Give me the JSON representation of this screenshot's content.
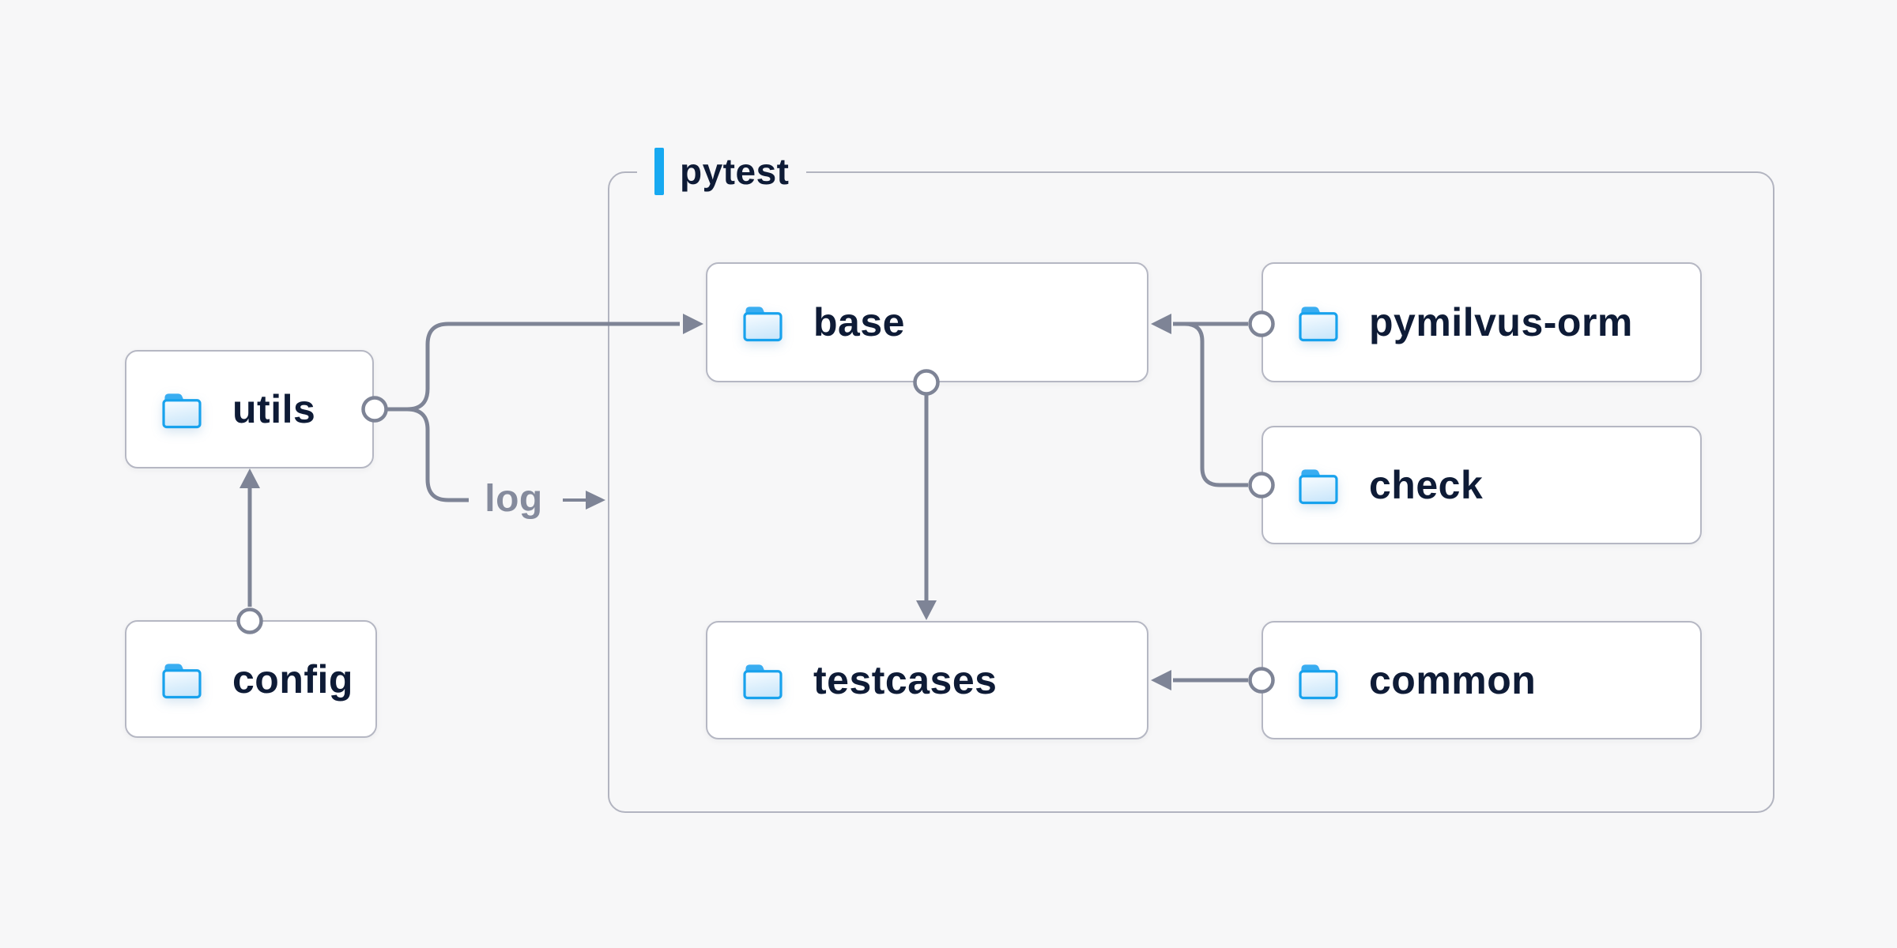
{
  "diagram": {
    "group_label": "pytest",
    "edge_label": "log",
    "nodes": {
      "utils": "utils",
      "config": "config",
      "base": "base",
      "pymilvus_orm": "pymilvus-orm",
      "check": "check",
      "testcases": "testcases",
      "common": "common"
    },
    "icons": {
      "node_icon": "folder-icon",
      "accent_marker": "vertical-bar"
    },
    "colors": {
      "background": "#f7f7f8",
      "node_fill": "#ffffff",
      "node_border": "#b5b7c3",
      "group_border": "#b2b4c0",
      "connector": "#7e8496",
      "text": "#0e1b36",
      "muted_text": "#858b9d",
      "accent": "#17a9f1",
      "folder_stroke": "#18a2ed",
      "folder_tab": "#39adf1"
    }
  }
}
